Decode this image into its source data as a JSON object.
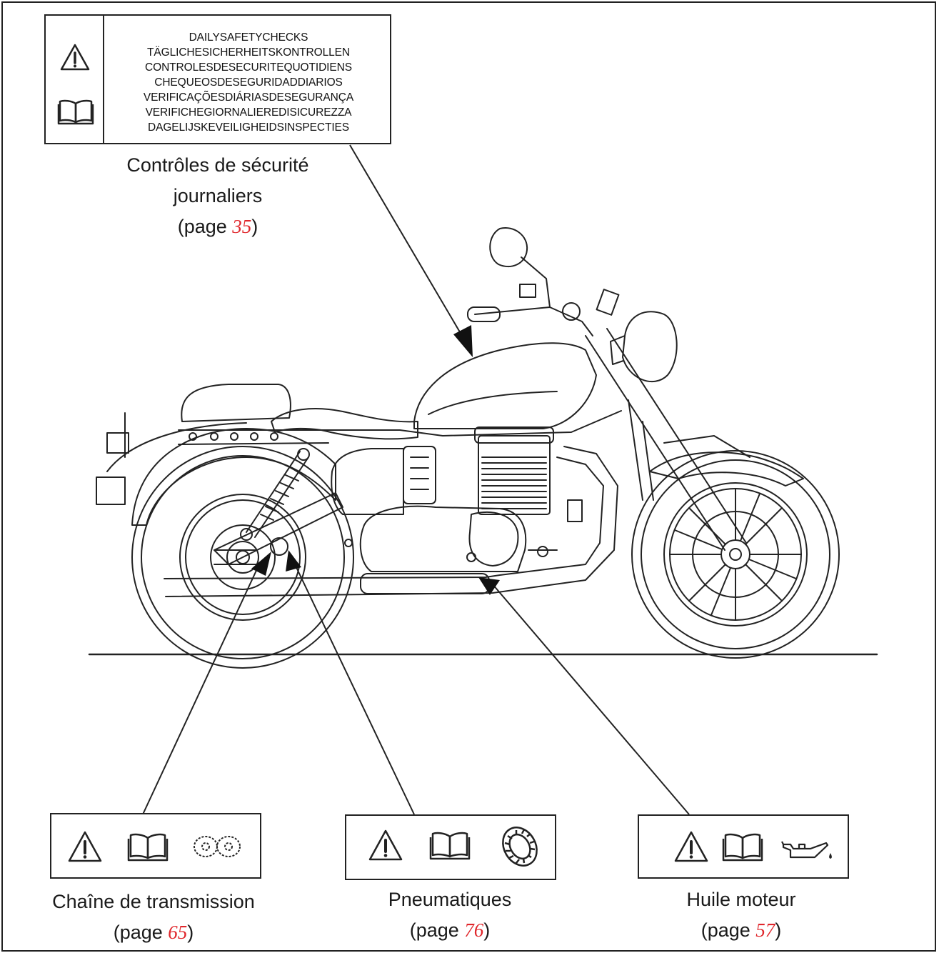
{
  "safety_label": {
    "lines": [
      "DAILYSAFETYCHECKS",
      "TÄGLICHESICHERHEITSKONTROLLEN",
      "CONTROLESDESECURITEQUOTIDIENS",
      "CHEQUEOSDESEGURIDADDIARIOS",
      "VERIFICAÇÕESDIÁRIASDESEGURANÇA",
      "VERIFICHEGIORNALIEREDISICUREZZA",
      "DAGELIJSKEVEILIGHEIDSINSPECTIES"
    ],
    "icons": [
      "warning-triangle-icon",
      "manual-book-icon"
    ]
  },
  "callouts": {
    "safety": {
      "line1": "Contrôles de sécurité",
      "line2": "journaliers",
      "page_prefix": "(page ",
      "page": "35",
      "page_suffix": ")"
    },
    "chain": {
      "line1": "Chaîne de transmission",
      "page_prefix": "(page ",
      "page": "65",
      "page_suffix": ")",
      "icons": [
        "warning-triangle-icon",
        "manual-book-icon",
        "chain-icon"
      ]
    },
    "tyres": {
      "line1": "Pneumatiques",
      "page_prefix": "(page ",
      "page": "76",
      "page_suffix": ")",
      "icons": [
        "warning-triangle-icon",
        "manual-book-icon",
        "tyre-icon"
      ]
    },
    "oil": {
      "line1": "Huile moteur",
      "page_prefix": "(page ",
      "page": "57",
      "page_suffix": ")",
      "icons": [
        "warning-triangle-icon",
        "manual-book-icon",
        "oil-can-icon"
      ]
    }
  },
  "colors": {
    "page_ref": "#e0262b",
    "line": "#222222"
  }
}
